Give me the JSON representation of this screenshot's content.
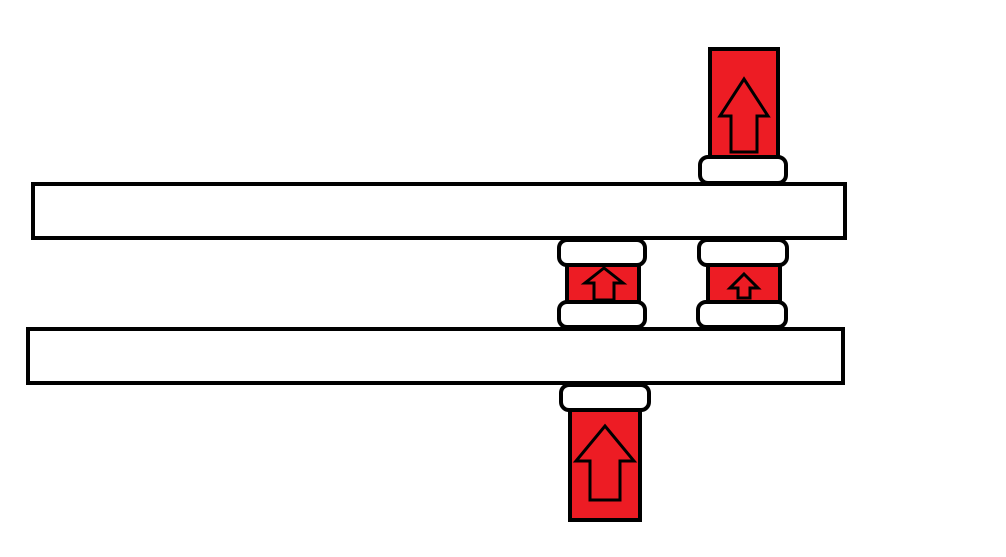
{
  "diagram": {
    "colors": {
      "background": "#ffffff",
      "outline": "#000000",
      "fill_white": "#ffffff",
      "fill_red": "#ed1c24"
    },
    "beams": [
      {
        "name": "upper-beam"
      },
      {
        "name": "lower-beam"
      }
    ],
    "force_blocks": [
      {
        "name": "top-right-force-block",
        "direction": "up",
        "size": "large"
      },
      {
        "name": "middle-left-force-block",
        "direction": "up",
        "size": "small"
      },
      {
        "name": "middle-right-force-block",
        "direction": "up",
        "size": "small"
      },
      {
        "name": "bottom-force-block",
        "direction": "up",
        "size": "large"
      }
    ],
    "bearing_pads": [
      {
        "name": "pad-above-upper-beam-right"
      },
      {
        "name": "pad-below-upper-beam-left"
      },
      {
        "name": "pad-below-upper-beam-right"
      },
      {
        "name": "pad-above-lower-beam-left"
      },
      {
        "name": "pad-above-lower-beam-right"
      },
      {
        "name": "pad-below-lower-beam"
      }
    ]
  }
}
